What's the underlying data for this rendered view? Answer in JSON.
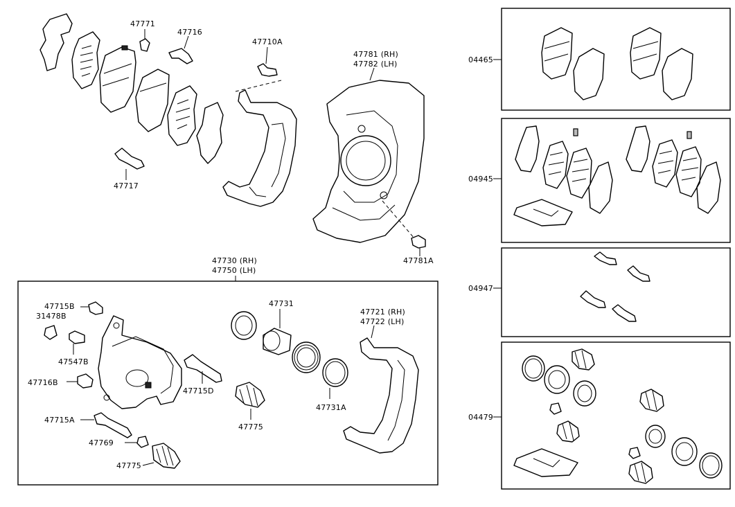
{
  "labels": {
    "p47771": "47771",
    "p47716": "47716",
    "p47710A": "47710A",
    "p47781_rh": "47781 (RH)",
    "p47782_lh": "47782 (LH)",
    "p47717": "47717",
    "p47781A": "47781A",
    "p47730_rh": "47730 (RH)",
    "p47750_lh": "47750 (LH)",
    "p47715B": "47715B",
    "p31478B": "31478B",
    "p47547B": "47547B",
    "p47716B": "47716B",
    "p47715A": "47715A",
    "p47769": "47769",
    "p47775_bottom": "47775",
    "p47715D": "47715D",
    "p47775_mid": "47775",
    "p47731": "47731",
    "p47731A": "47731A",
    "p47721_rh": "47721 (RH)",
    "p47722_lh": "47722 (LH)",
    "k04465": "04465",
    "k04945": "04945",
    "k04947": "04947",
    "k04479": "04479"
  }
}
